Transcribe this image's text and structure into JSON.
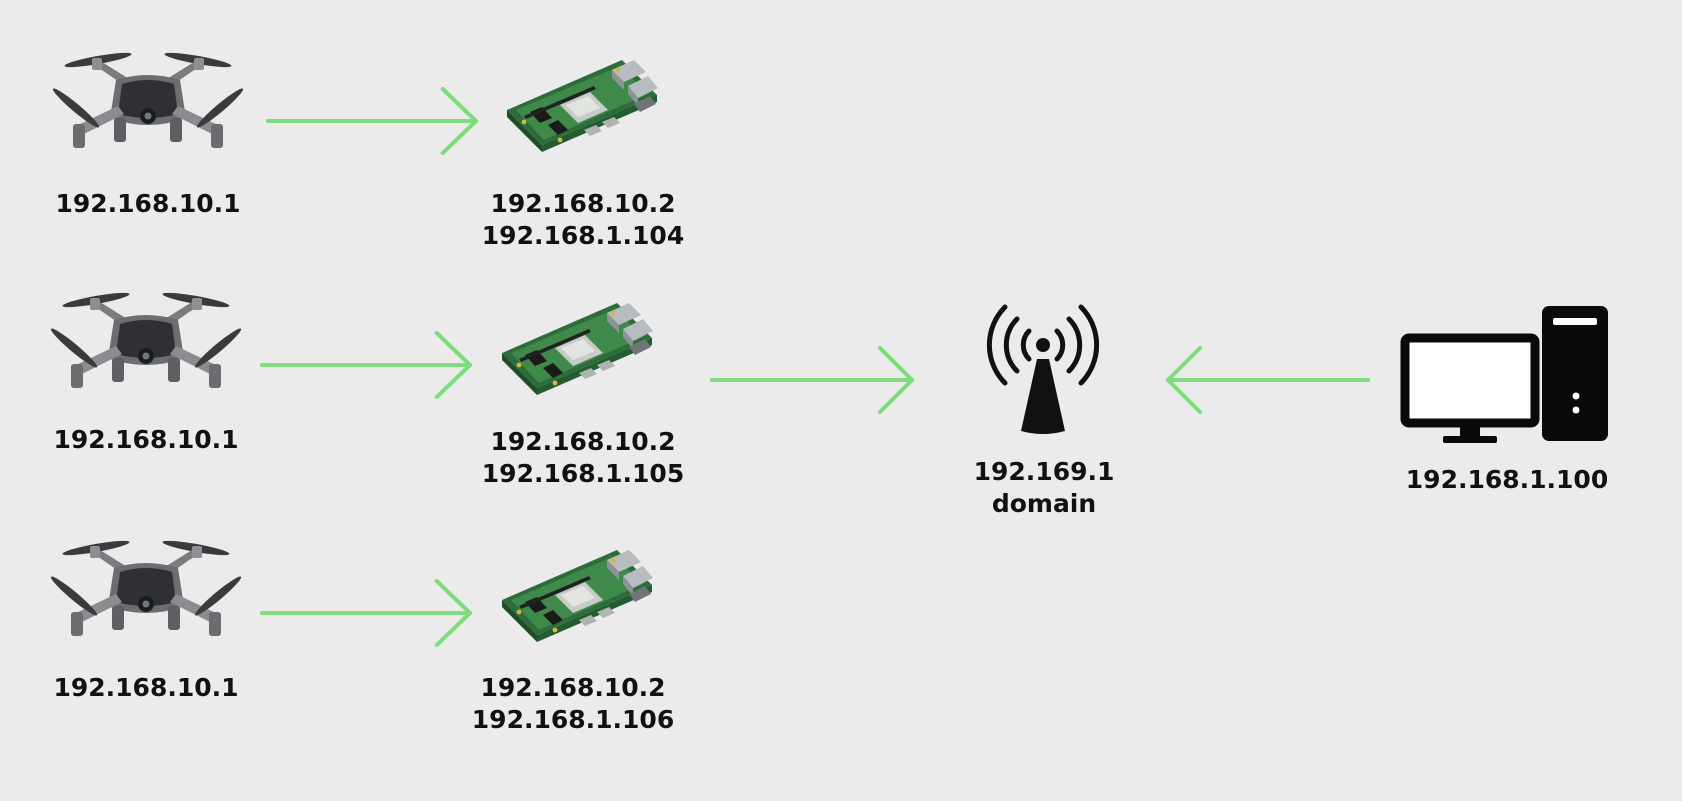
{
  "colors": {
    "background": "#ebebeb",
    "arrow": "#7ddc7c",
    "board": "#3f8a4a",
    "drone": "#55575a",
    "tower": "#111111",
    "computer": "#0a0a0a"
  },
  "icons": {
    "drone": "drone-icon",
    "board": "raspberry-pi-board-icon",
    "router": "wireless-access-point-icon",
    "computer": "desktop-computer-icon"
  },
  "rows": [
    {
      "drone_ip": "192.168.10.1",
      "pi_ip_local": "192.168.10.2",
      "pi_ip_lan": "192.168.1.104"
    },
    {
      "drone_ip": "192.168.10.1",
      "pi_ip_local": "192.168.10.2",
      "pi_ip_lan": "192.168.1.105"
    },
    {
      "drone_ip": "192.168.10.1",
      "pi_ip_local": "192.168.10.2",
      "pi_ip_lan": "192.168.1.106"
    }
  ],
  "router": {
    "ip": "192.169.1",
    "label": "domain"
  },
  "computer": {
    "ip": "192.168.1.100"
  }
}
